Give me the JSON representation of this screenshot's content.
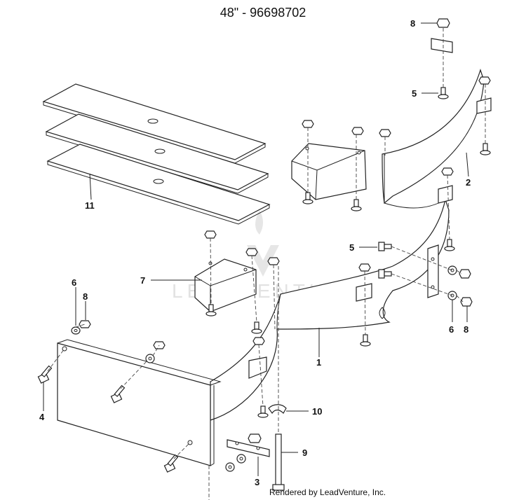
{
  "title": "48\" - 96698702",
  "credit": "Rendered by LeadVenture, Inc.",
  "watermark": "LEADVENTURE",
  "callouts": [
    {
      "id": "c-1",
      "label": "1"
    },
    {
      "id": "c-2",
      "label": "2"
    },
    {
      "id": "c-3",
      "label": "3"
    },
    {
      "id": "c-4",
      "label": "4"
    },
    {
      "id": "c-5a",
      "label": "5"
    },
    {
      "id": "c-5b",
      "label": "5"
    },
    {
      "id": "c-6a",
      "label": "6"
    },
    {
      "id": "c-6b",
      "label": "6"
    },
    {
      "id": "c-7",
      "label": "7"
    },
    {
      "id": "c-8a",
      "label": "8"
    },
    {
      "id": "c-8b",
      "label": "8"
    },
    {
      "id": "c-8c",
      "label": "8"
    },
    {
      "id": "c-9",
      "label": "9"
    },
    {
      "id": "c-10",
      "label": "10"
    },
    {
      "id": "c-11",
      "label": "11"
    }
  ]
}
